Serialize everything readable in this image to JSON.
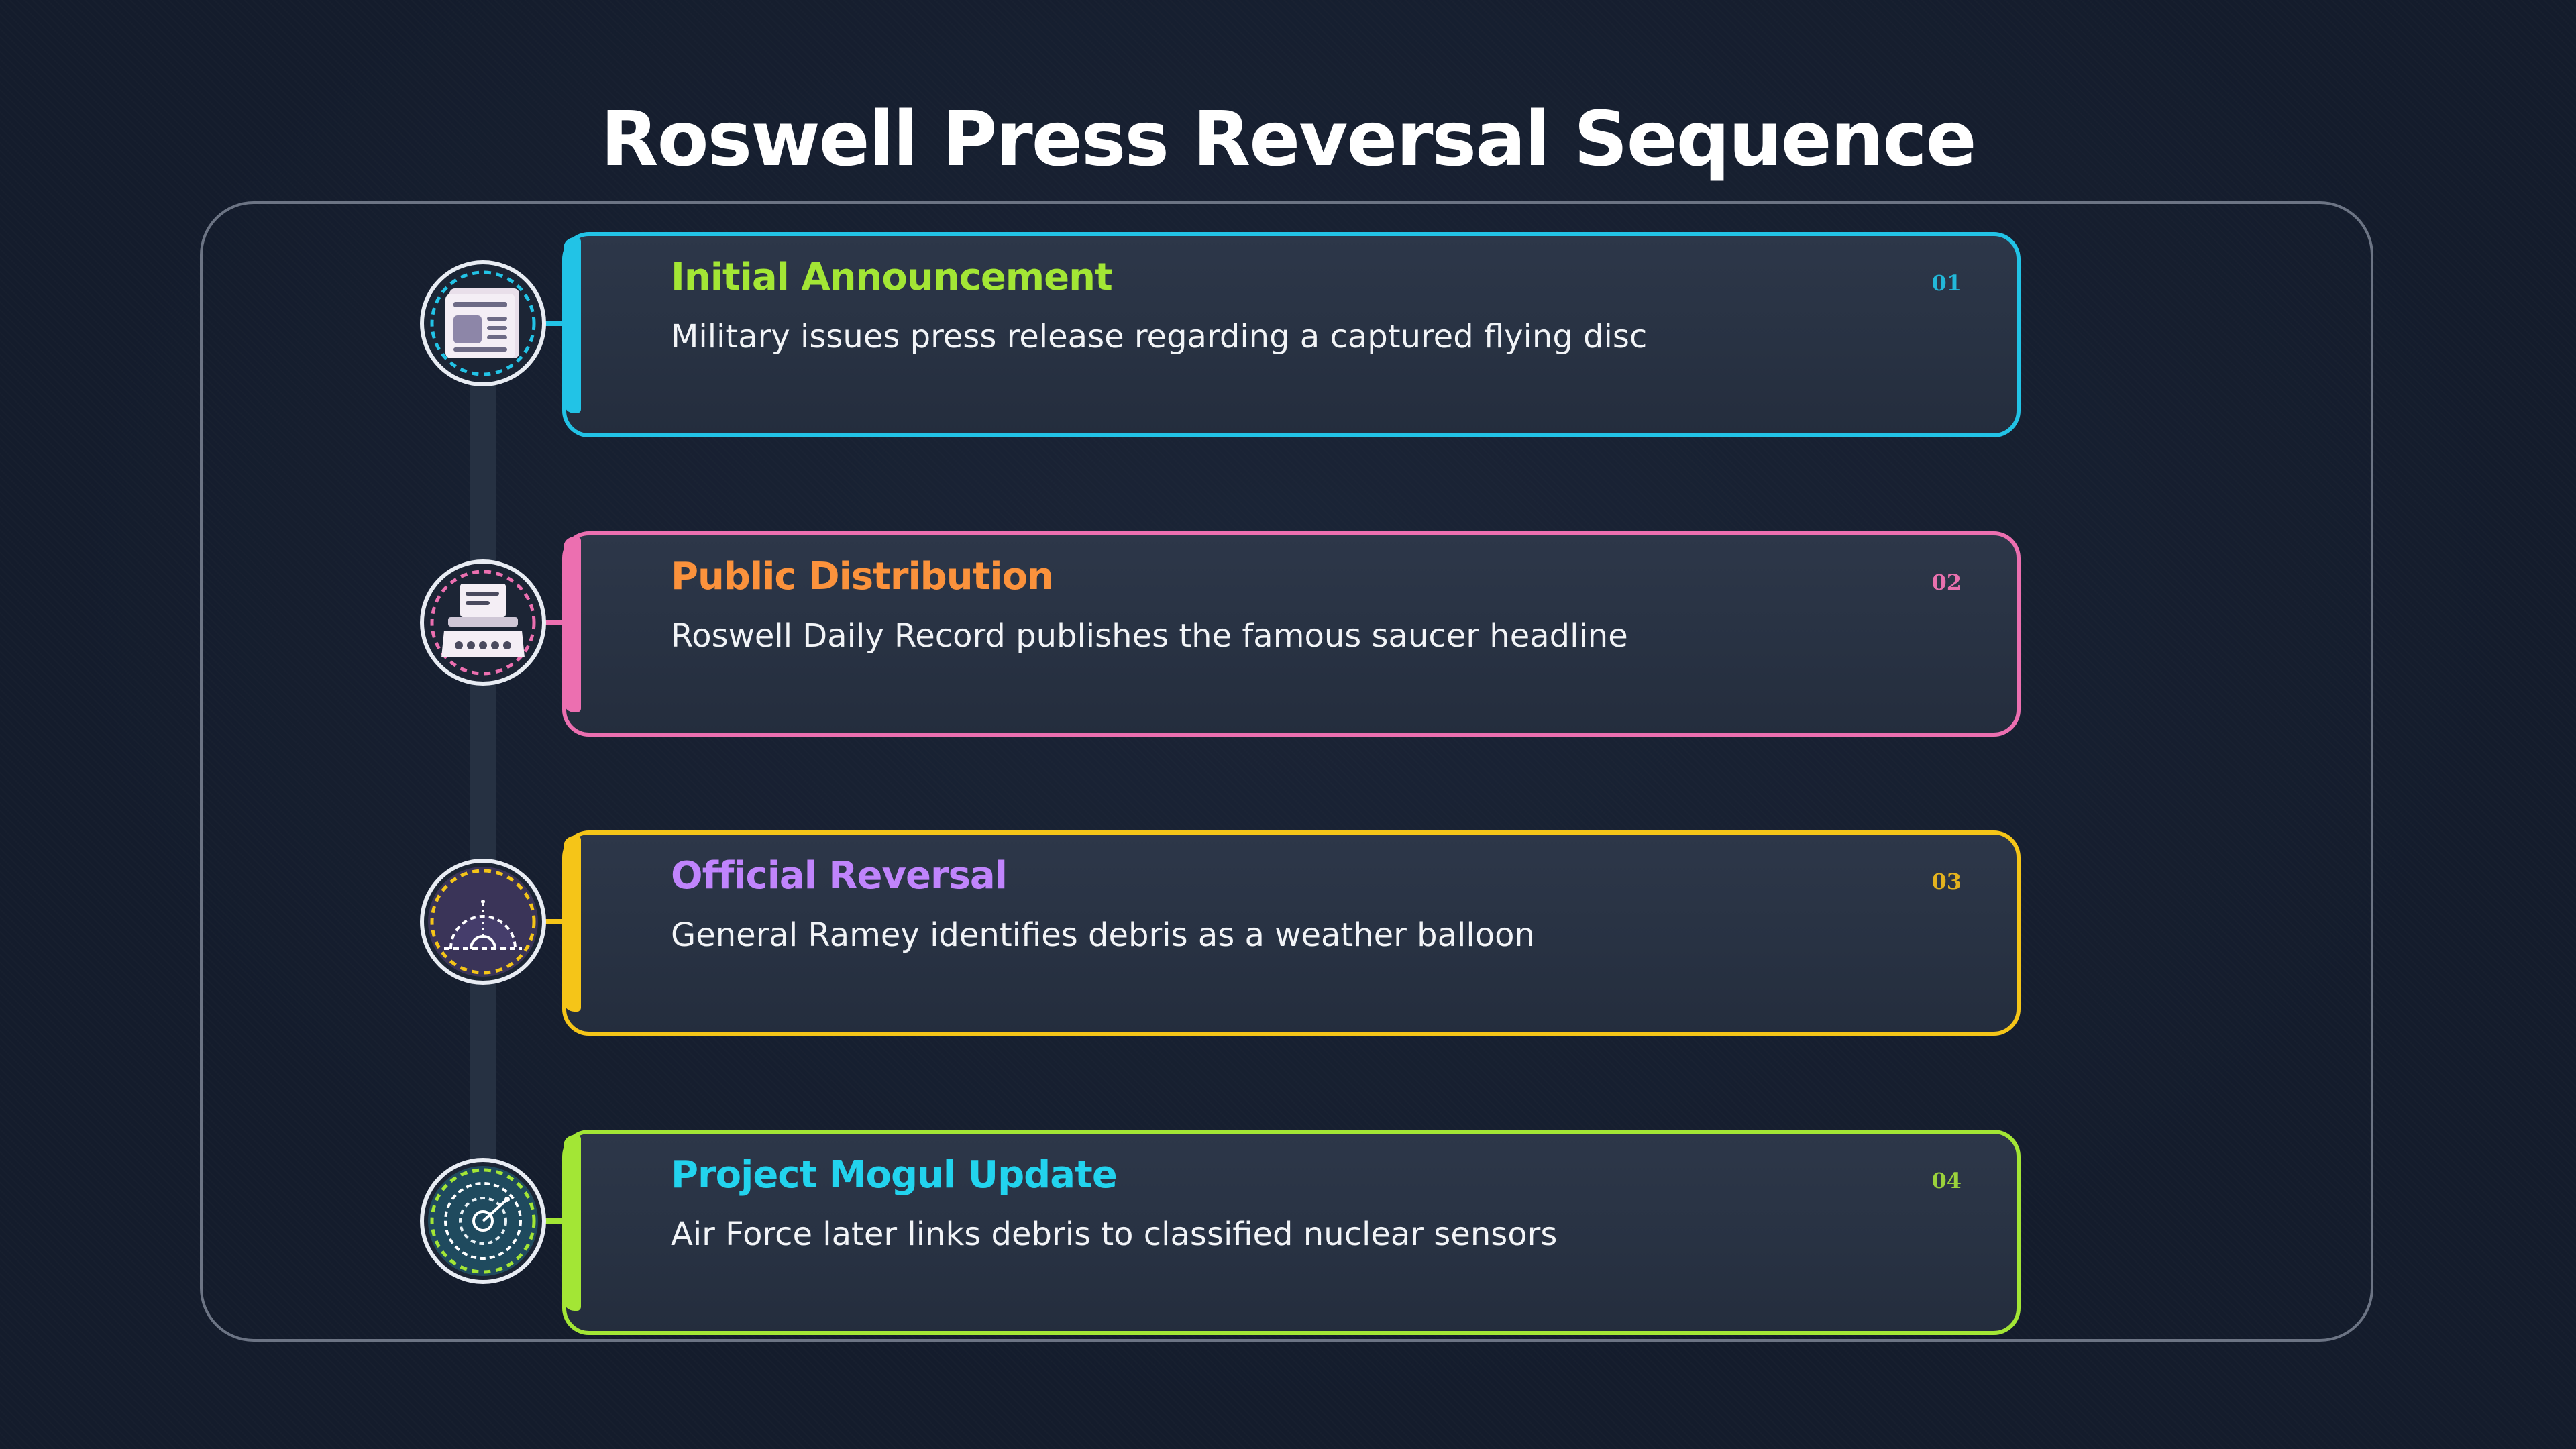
{
  "title": "Roswell Press Reversal Sequence",
  "steps": [
    {
      "number": "01",
      "title": "Initial Announcement",
      "description": "Military issues press release regarding a captured flying disc",
      "icon": "newspaper-icon",
      "title_color": "#a3e635",
      "border_color": "#22c3e6",
      "number_color": "#22b8d8"
    },
    {
      "number": "02",
      "title": "Public Distribution",
      "description": "Roswell Daily Record publishes the famous saucer headline",
      "icon": "printing-press-icon",
      "title_color": "#fb923c",
      "border_color": "#ec6fb0",
      "number_color": "#e870ad"
    },
    {
      "number": "03",
      "title": "Official Reversal",
      "description": "General Ramey identifies debris as a weather balloon",
      "icon": "weather-balloon-icon",
      "title_color": "#c084fc",
      "border_color": "#f5c518",
      "number_color": "#e3b21e"
    },
    {
      "number": "04",
      "title": "Project Mogul Update",
      "description": "Air Force later links debris to classified nuclear sensors",
      "icon": "radar-sensor-icon",
      "title_color": "#22d3ee",
      "border_color": "#a3e635",
      "number_color": "#9bd23b"
    }
  ]
}
